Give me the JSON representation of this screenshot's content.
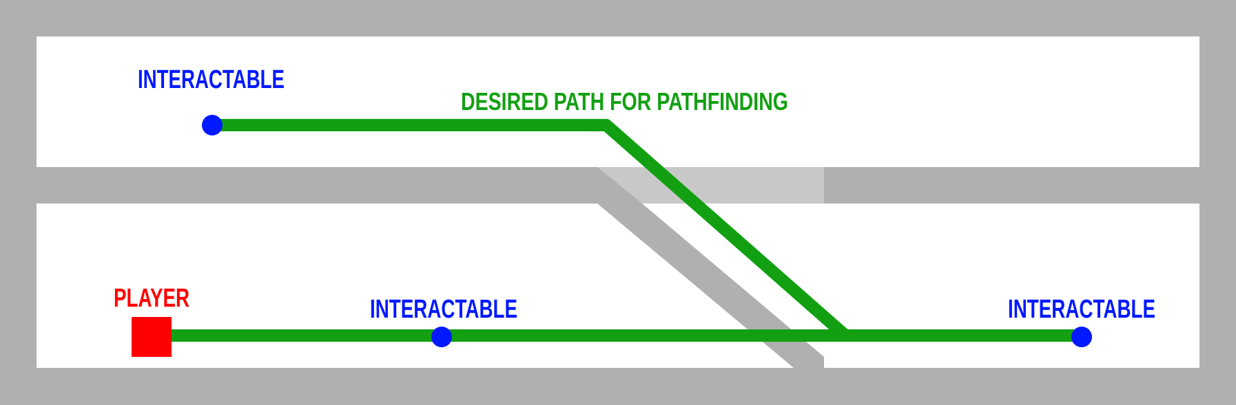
{
  "colors": {
    "wall": "#b0b0b0",
    "floor": "#ffffff",
    "stair_landing": "#c8c8c8",
    "path": "#12a012",
    "interactable": "#0019ff",
    "player": "#ff0000"
  },
  "labels": {
    "desired_path": "DESIRED PATH FOR PATHFINDING",
    "player": "PLAYER",
    "interactable_top": "INTERACTABLE",
    "interactable_mid": "INTERACTABLE",
    "interactable_right": "INTERACTABLE"
  },
  "icons": {
    "player": "red-square",
    "interactable": "blue-dot"
  }
}
